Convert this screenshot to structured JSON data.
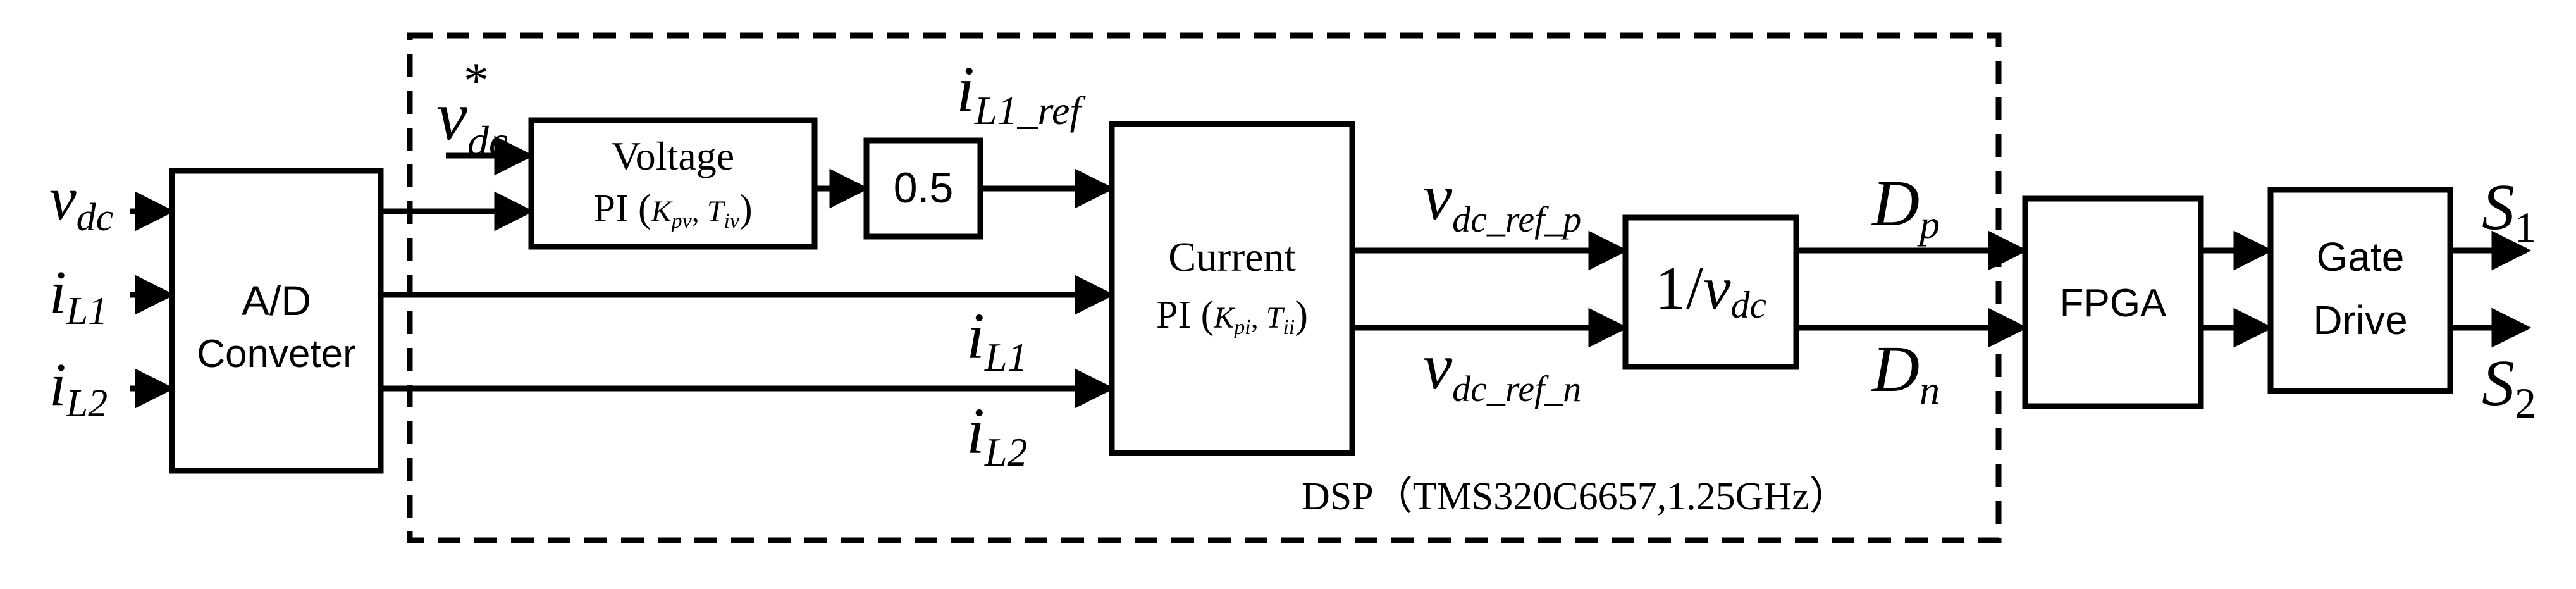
{
  "inputs": {
    "vdc": {
      "base": "v",
      "sub": "dc"
    },
    "iL1": {
      "base": "i",
      "sub": "L1"
    },
    "iL2": {
      "base": "i",
      "sub": "L2"
    },
    "vdc_star": {
      "base": "v",
      "sub": "dc",
      "sup": "*"
    }
  },
  "blocks": {
    "adc": {
      "line1": "A/D",
      "line2": "Conveter"
    },
    "voltage_pi": {
      "line1": "Voltage",
      "prefix": "PI (",
      "k": "K",
      "k_sub": "pv",
      "sep": ", ",
      "t": "T",
      "t_sub": "iv",
      "suffix": ")"
    },
    "gain": {
      "label": "0.5"
    },
    "current_pi": {
      "line1": "Current",
      "prefix": "PI (",
      "k": "K",
      "k_sub": "pi",
      "sep": ", ",
      "t": "T",
      "t_sub": "ii",
      "suffix": ")"
    },
    "recip": {
      "prefix": "1/",
      "base": "v",
      "sub": "dc"
    },
    "fpga": {
      "label": "FPGA"
    },
    "gate": {
      "line1": "Gate",
      "line2": "Drive"
    }
  },
  "signals": {
    "iL1_ref": {
      "base": "i",
      "sub": "L1_ref"
    },
    "iL1_mid": {
      "base": "i",
      "sub": "L1"
    },
    "iL2_mid": {
      "base": "i",
      "sub": "L2"
    },
    "vdc_ref_p": {
      "base": "v",
      "sub": "dc_ref_p"
    },
    "vdc_ref_n": {
      "base": "v",
      "sub": "dc_ref_n"
    },
    "Dp": {
      "base": "D",
      "sub": "p"
    },
    "Dn": {
      "base": "D",
      "sub": "n"
    },
    "S1": {
      "base": "S",
      "sub": "1"
    },
    "S2": {
      "base": "S",
      "sub": "2"
    }
  },
  "dsp_label": "DSP（TMS320C6657,1.25GHz）"
}
